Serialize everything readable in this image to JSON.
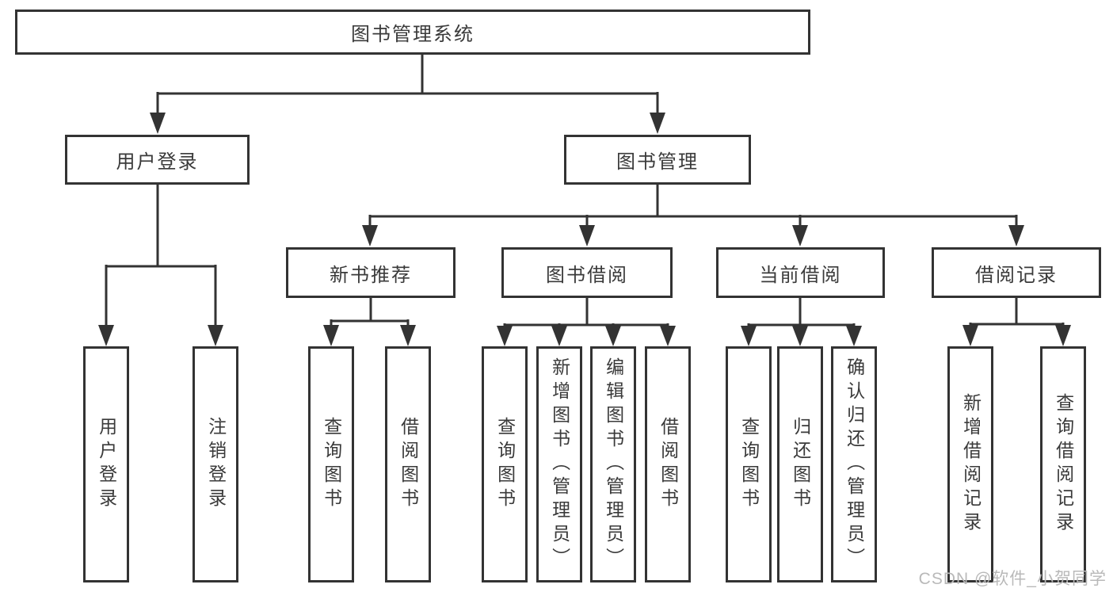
{
  "colors": {
    "line": "#333333",
    "text": "#3a3a3a",
    "box_background": "#ffffff",
    "watermark": "#b9b9b9"
  },
  "root": {
    "label": "图书管理系统",
    "children": [
      {
        "label": "用户登录",
        "children": [
          {
            "label": "用户登录"
          },
          {
            "label": "注销登录"
          }
        ]
      },
      {
        "label": "图书管理",
        "children": [
          {
            "label": "新书推荐",
            "children": [
              {
                "label": "查询图书"
              },
              {
                "label": "借阅图书"
              }
            ]
          },
          {
            "label": "图书借阅",
            "children": [
              {
                "label": "查询图书"
              },
              {
                "label": "新增图书（管理员）"
              },
              {
                "label": "编辑图书（管理员）"
              },
              {
                "label": "借阅图书"
              }
            ]
          },
          {
            "label": "当前借阅",
            "children": [
              {
                "label": "查询图书"
              },
              {
                "label": "归还图书"
              },
              {
                "label": "确认归还（管理员）"
              }
            ]
          },
          {
            "label": "借阅记录",
            "children": [
              {
                "label": "新增借阅记录"
              },
              {
                "label": "查询借阅记录"
              }
            ]
          }
        ]
      }
    ]
  },
  "watermark": "CSDN @软件_小贺同学"
}
